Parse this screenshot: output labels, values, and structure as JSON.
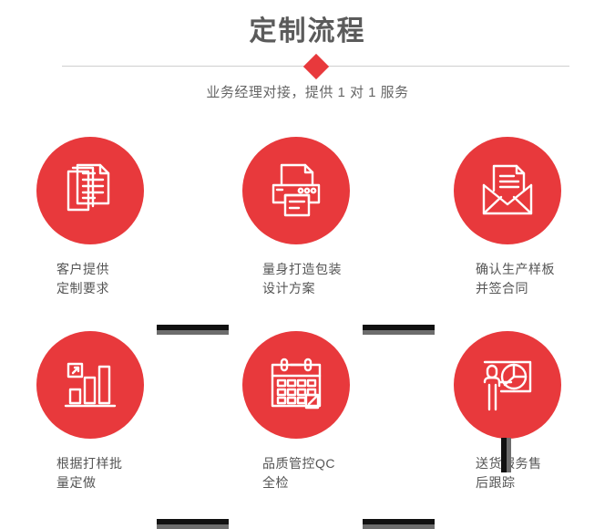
{
  "header": {
    "title": "定制流程",
    "subtitle": "业务经理对接，提供 1 对 1 服务",
    "divider_icon": "diamond-bullet"
  },
  "colors": {
    "accent_red": "#e8393c",
    "title_gray": "#5b5b5b",
    "label_gray": "#555555",
    "connector_dark": "#111111",
    "connector_light": "#6d6d6d",
    "divider_line": "#cfcfcf",
    "background": "#ffffff"
  },
  "flow": {
    "steps": [
      {
        "index": "1",
        "icon": "documents-stack-icon",
        "label": "客户提供\n定制要求"
      },
      {
        "index": "2",
        "icon": "printer-icon",
        "label": "量身打造包装\n设计方案"
      },
      {
        "index": "3",
        "icon": "envelope-letter-icon",
        "label": "确认生产样板\n并签合同"
      },
      {
        "index": "4",
        "icon": "bar-chart-growth-icon",
        "label": "根据打样批\n量定做"
      },
      {
        "index": "5",
        "icon": "calendar-check-icon",
        "label": "品质管控QC\n全检"
      },
      {
        "index": "6",
        "icon": "presenter-pie-chart-icon",
        "label": "送货服务售\n后跟踪"
      }
    ],
    "connectors": [
      {
        "name": "connector-1-to-2",
        "orientation": "horizontal"
      },
      {
        "name": "connector-2-to-3",
        "orientation": "horizontal"
      },
      {
        "name": "connector-3-to-4",
        "orientation": "vertical"
      },
      {
        "name": "connector-4-to-5",
        "orientation": "horizontal"
      },
      {
        "name": "connector-5-to-6",
        "orientation": "horizontal"
      }
    ]
  }
}
